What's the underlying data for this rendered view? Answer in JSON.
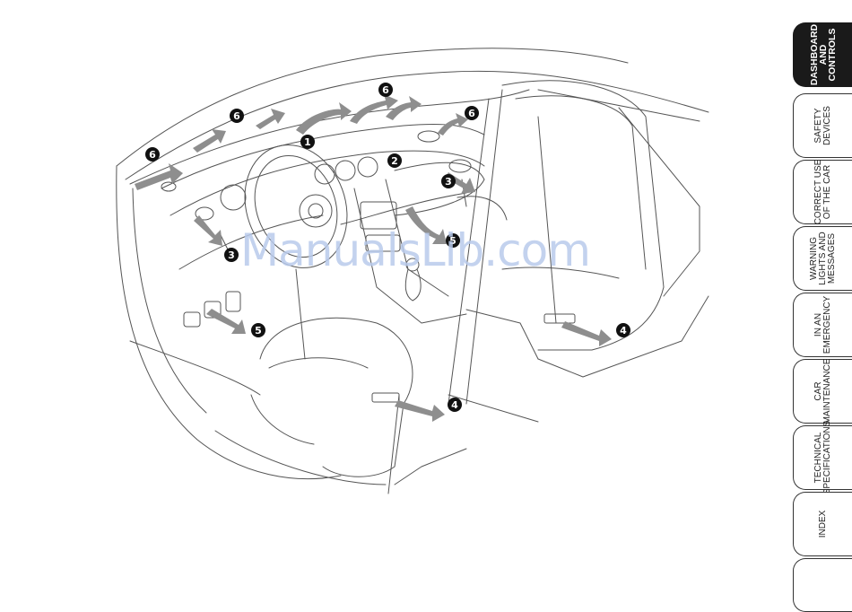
{
  "watermark": "ManualsLib.com",
  "callouts": [
    "1",
    "2",
    "3",
    "3",
    "4",
    "4",
    "5",
    "5",
    "6",
    "6",
    "6",
    "6"
  ],
  "side_tabs": [
    {
      "label": "DASHBOARD\nAND\nCONTROLS",
      "active": true
    },
    {
      "label": "SAFETY\nDEVICES",
      "active": false
    },
    {
      "label": "CORRECT USE\nOF THE CAR",
      "active": false
    },
    {
      "label": "WARNING\nLIGHTS AND\nMESSAGES",
      "active": false
    },
    {
      "label": "IN AN\nEMERGENCY",
      "active": false
    },
    {
      "label": "CAR\nMAINTENANCE",
      "active": false
    },
    {
      "label": "TECHNICAL\nSPECIFICATIONS",
      "active": false
    },
    {
      "label": "INDEX",
      "active": false
    },
    {
      "label": "",
      "active": false
    }
  ]
}
